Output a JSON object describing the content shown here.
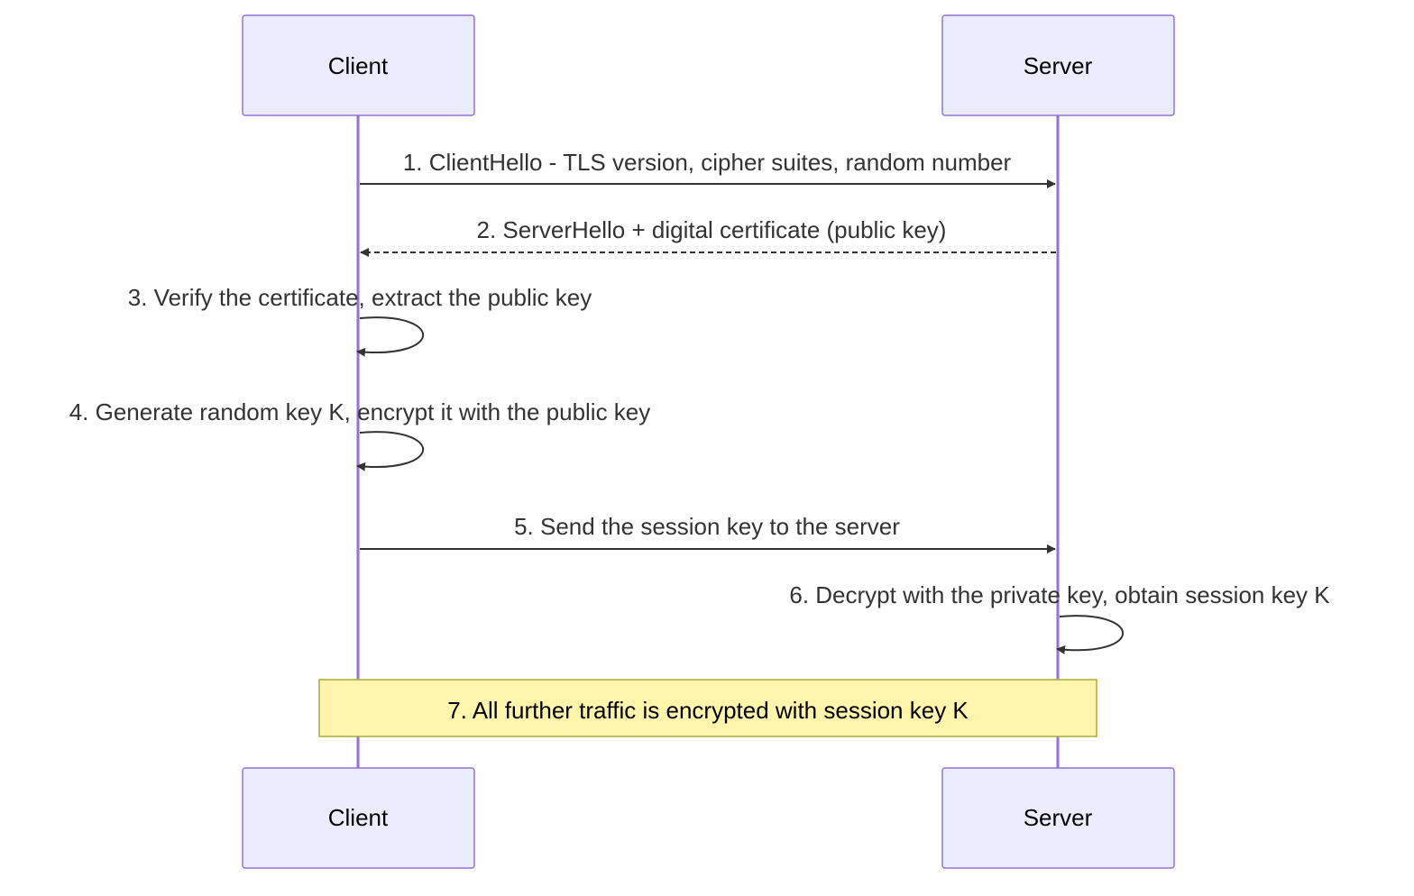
{
  "participants": {
    "client": "Client",
    "server": "Server"
  },
  "messages": [
    {
      "label": "1. ClientHello - TLS version, cipher suites, random number",
      "from": "client",
      "to": "server",
      "style": "solid"
    },
    {
      "label": "2. ServerHello + digital certificate (public key)",
      "from": "server",
      "to": "client",
      "style": "dashed"
    },
    {
      "label": "3. Verify the certificate, extract the public key",
      "from": "client",
      "to": "client",
      "style": "solid"
    },
    {
      "label": "4. Generate random key K, encrypt it with the public key",
      "from": "client",
      "to": "client",
      "style": "solid"
    },
    {
      "label": "5. Send the session key to the server",
      "from": "client",
      "to": "server",
      "style": "solid"
    },
    {
      "label": "6. Decrypt with the private key, obtain session key K",
      "from": "server",
      "to": "server",
      "style": "solid"
    }
  ],
  "note": {
    "label": "7. All further traffic is encrypted with session key K",
    "over": [
      "client",
      "server"
    ]
  },
  "colors": {
    "actor_fill": "#ECECFF",
    "actor_stroke": "#9370DB",
    "line": "#333333",
    "note_fill": "#FFF5AD",
    "note_stroke": "#AAAA33"
  }
}
